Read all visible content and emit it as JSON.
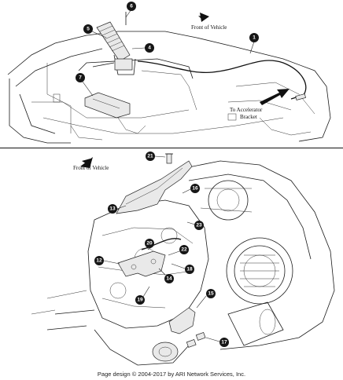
{
  "top_panel": {
    "direction_label": "Front of Vehicle",
    "accelerator_label_line1": "To Accelerator",
    "accelerator_label_line2": "Bracket",
    "callouts": [
      "1",
      "4",
      "5",
      "6",
      "7"
    ]
  },
  "bottom_panel": {
    "direction_label": "Front of Vehicle",
    "callouts": [
      "12",
      "13",
      "14",
      "15",
      "16",
      "17",
      "18",
      "19",
      "20",
      "21",
      "22",
      "23"
    ]
  },
  "footer": {
    "copyright": "Page design © 2004-2017 by ARI Network Services, Inc."
  }
}
